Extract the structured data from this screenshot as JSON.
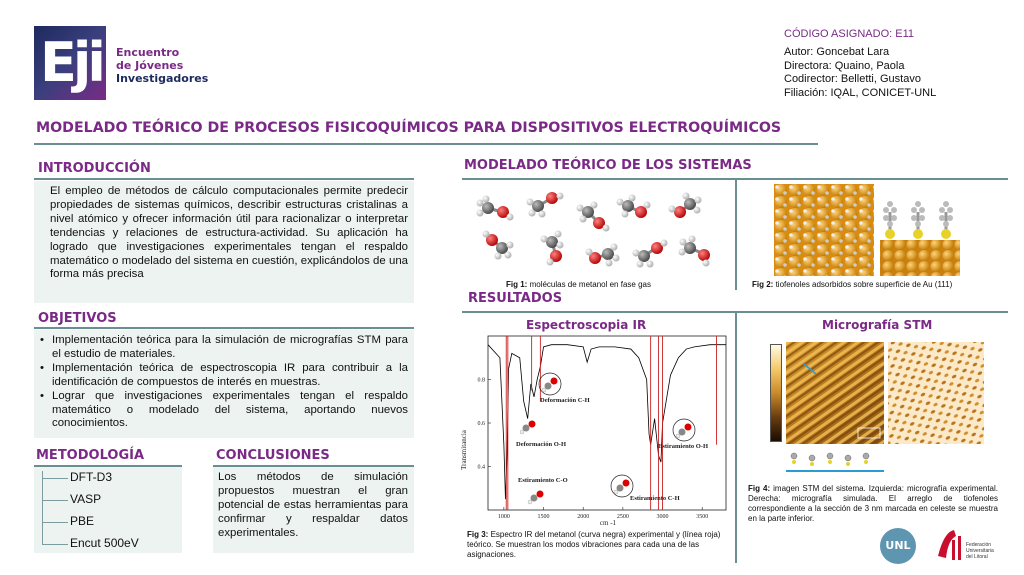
{
  "logo": {
    "letters": "Eji",
    "line1": "Encuentro",
    "line2": "de Jóvenes",
    "line3": "Investigadores"
  },
  "header": {
    "code_label": "CÓDIGO ASIGNADO:  E11",
    "autor": "Autor: Goncebat Lara",
    "directora": "Directora: Quaino, Paola",
    "codirector": "Codirector: Belletti, Gustavo",
    "filiacion": "Filiación: IQAL, CONICET-UNL"
  },
  "title": "MODELADO TEÓRICO DE PROCESOS FISICOQUÍMICOS PARA DISPOSITIVOS ELECTROQUÍMICOS",
  "intro": {
    "heading": "INTRODUCCIÓN",
    "text": "El empleo de métodos de cálculo computacionales permite predecir propiedades de sistemas químicos, describir estructuras cristalinas a nivel atómico y ofrecer información útil para racionalizar o interpretar tendencias y relaciones de estructura-actividad. Su aplicación ha logrado que investigaciones experimentales tengan el respaldo matemático o modelado del sistema en cuestión, explicándolos de una forma más precisa"
  },
  "objetivos": {
    "heading": "OBJETIVOS",
    "items": [
      "Implementación teórica para la simulación de micrografías STM para el estudio de materiales.",
      "Implementación teórica de espectroscopia IR para contribuir a la identificación de compuestos de interés en muestras.",
      "Lograr que investigaciones experimentales tengan el respaldo matemático o modelado del sistema, aportando nuevos conocimientos."
    ]
  },
  "metodologia": {
    "heading": "METODOLOGÍA",
    "items": [
      "DFT-D3",
      "VASP",
      "PBE",
      "Encut 500eV"
    ]
  },
  "conclusiones": {
    "heading": "CONCLUSIONES",
    "text": "Los métodos de simulación propuestos muestran el gran potencial de estas herramientas para confirmar y respaldar datos experimentales."
  },
  "modelado": {
    "heading": "MODELADO TEÓRICO DE LOS SISTEMAS",
    "fig1_label": "Fig 1:",
    "fig1_text": " moléculas de metanol en fase gas",
    "fig2_label": "Fig 2:",
    "fig2_text": " tiofenoles adsorbidos sobre superficie de Au (111)"
  },
  "resultados": {
    "heading": "RESULTADOS",
    "ir_title": "Espectroscopia IR",
    "stm_title": "Micrografía STM",
    "fig3_label": "Fig 3:",
    "fig3_text": " Espectro IR del metanol (curva negra) experimental  y (línea roja) teórico. Se muestran los modos vibraciones para cada una de las asignaciones.",
    "fig4_label": "Fig 4:",
    "fig4_text": " imagen STM del sistema. Izquierda: micrografía experimental. Derecha: micrografía simulada. El arreglo de tiofenoles correspondiente a la sección de 3 nm marcada en celeste se muestra en la parte inferior."
  },
  "chart_data": {
    "type": "line",
    "xlabel": "cm -1",
    "ylabel": "Transmitancia",
    "x_ticks": [
      "1000",
      "1500",
      "2000",
      "2500",
      "3000",
      "3500"
    ],
    "y_ticks": [
      "0.4",
      "0.6",
      "0.8"
    ],
    "xlim": [
      800,
      3800
    ],
    "ylim": [
      0.2,
      1.0
    ],
    "annotations": [
      "Deformación C-H",
      "Deformación O-H",
      "Estiramiento O-H",
      "Estiramiento C-O",
      "Estiramiento C-H"
    ],
    "series": [
      {
        "color": "#000000",
        "x": [
          800,
          950,
          1000,
          1020,
          1040,
          1060,
          1100,
          1200,
          1250,
          1300,
          1340,
          1380,
          1420,
          1460,
          1500,
          1600,
          1800,
          2000,
          2050,
          2100,
          2200,
          2400,
          2600,
          2700,
          2800,
          2830,
          2850,
          2900,
          2950,
          2980,
          3000,
          3100,
          3200,
          3300,
          3400,
          3600,
          3700,
          3800
        ],
        "y": [
          0.96,
          0.9,
          0.5,
          0.25,
          0.45,
          0.85,
          0.92,
          0.9,
          0.7,
          0.62,
          0.78,
          0.72,
          0.8,
          0.86,
          0.95,
          0.96,
          0.96,
          0.95,
          0.88,
          0.94,
          0.95,
          0.95,
          0.94,
          0.9,
          0.8,
          0.55,
          0.5,
          0.62,
          0.45,
          0.42,
          0.6,
          0.82,
          0.9,
          0.94,
          0.95,
          0.96,
          0.96,
          0.96
        ]
      },
      {
        "color": "#cc2222",
        "x": [
          1030,
          1050,
          1350,
          1460,
          2850,
          2950,
          3000,
          3680
        ],
        "y": [
          0.2,
          0.2,
          0.75,
          0.7,
          0.2,
          0.2,
          0.2,
          0.5
        ]
      }
    ]
  }
}
